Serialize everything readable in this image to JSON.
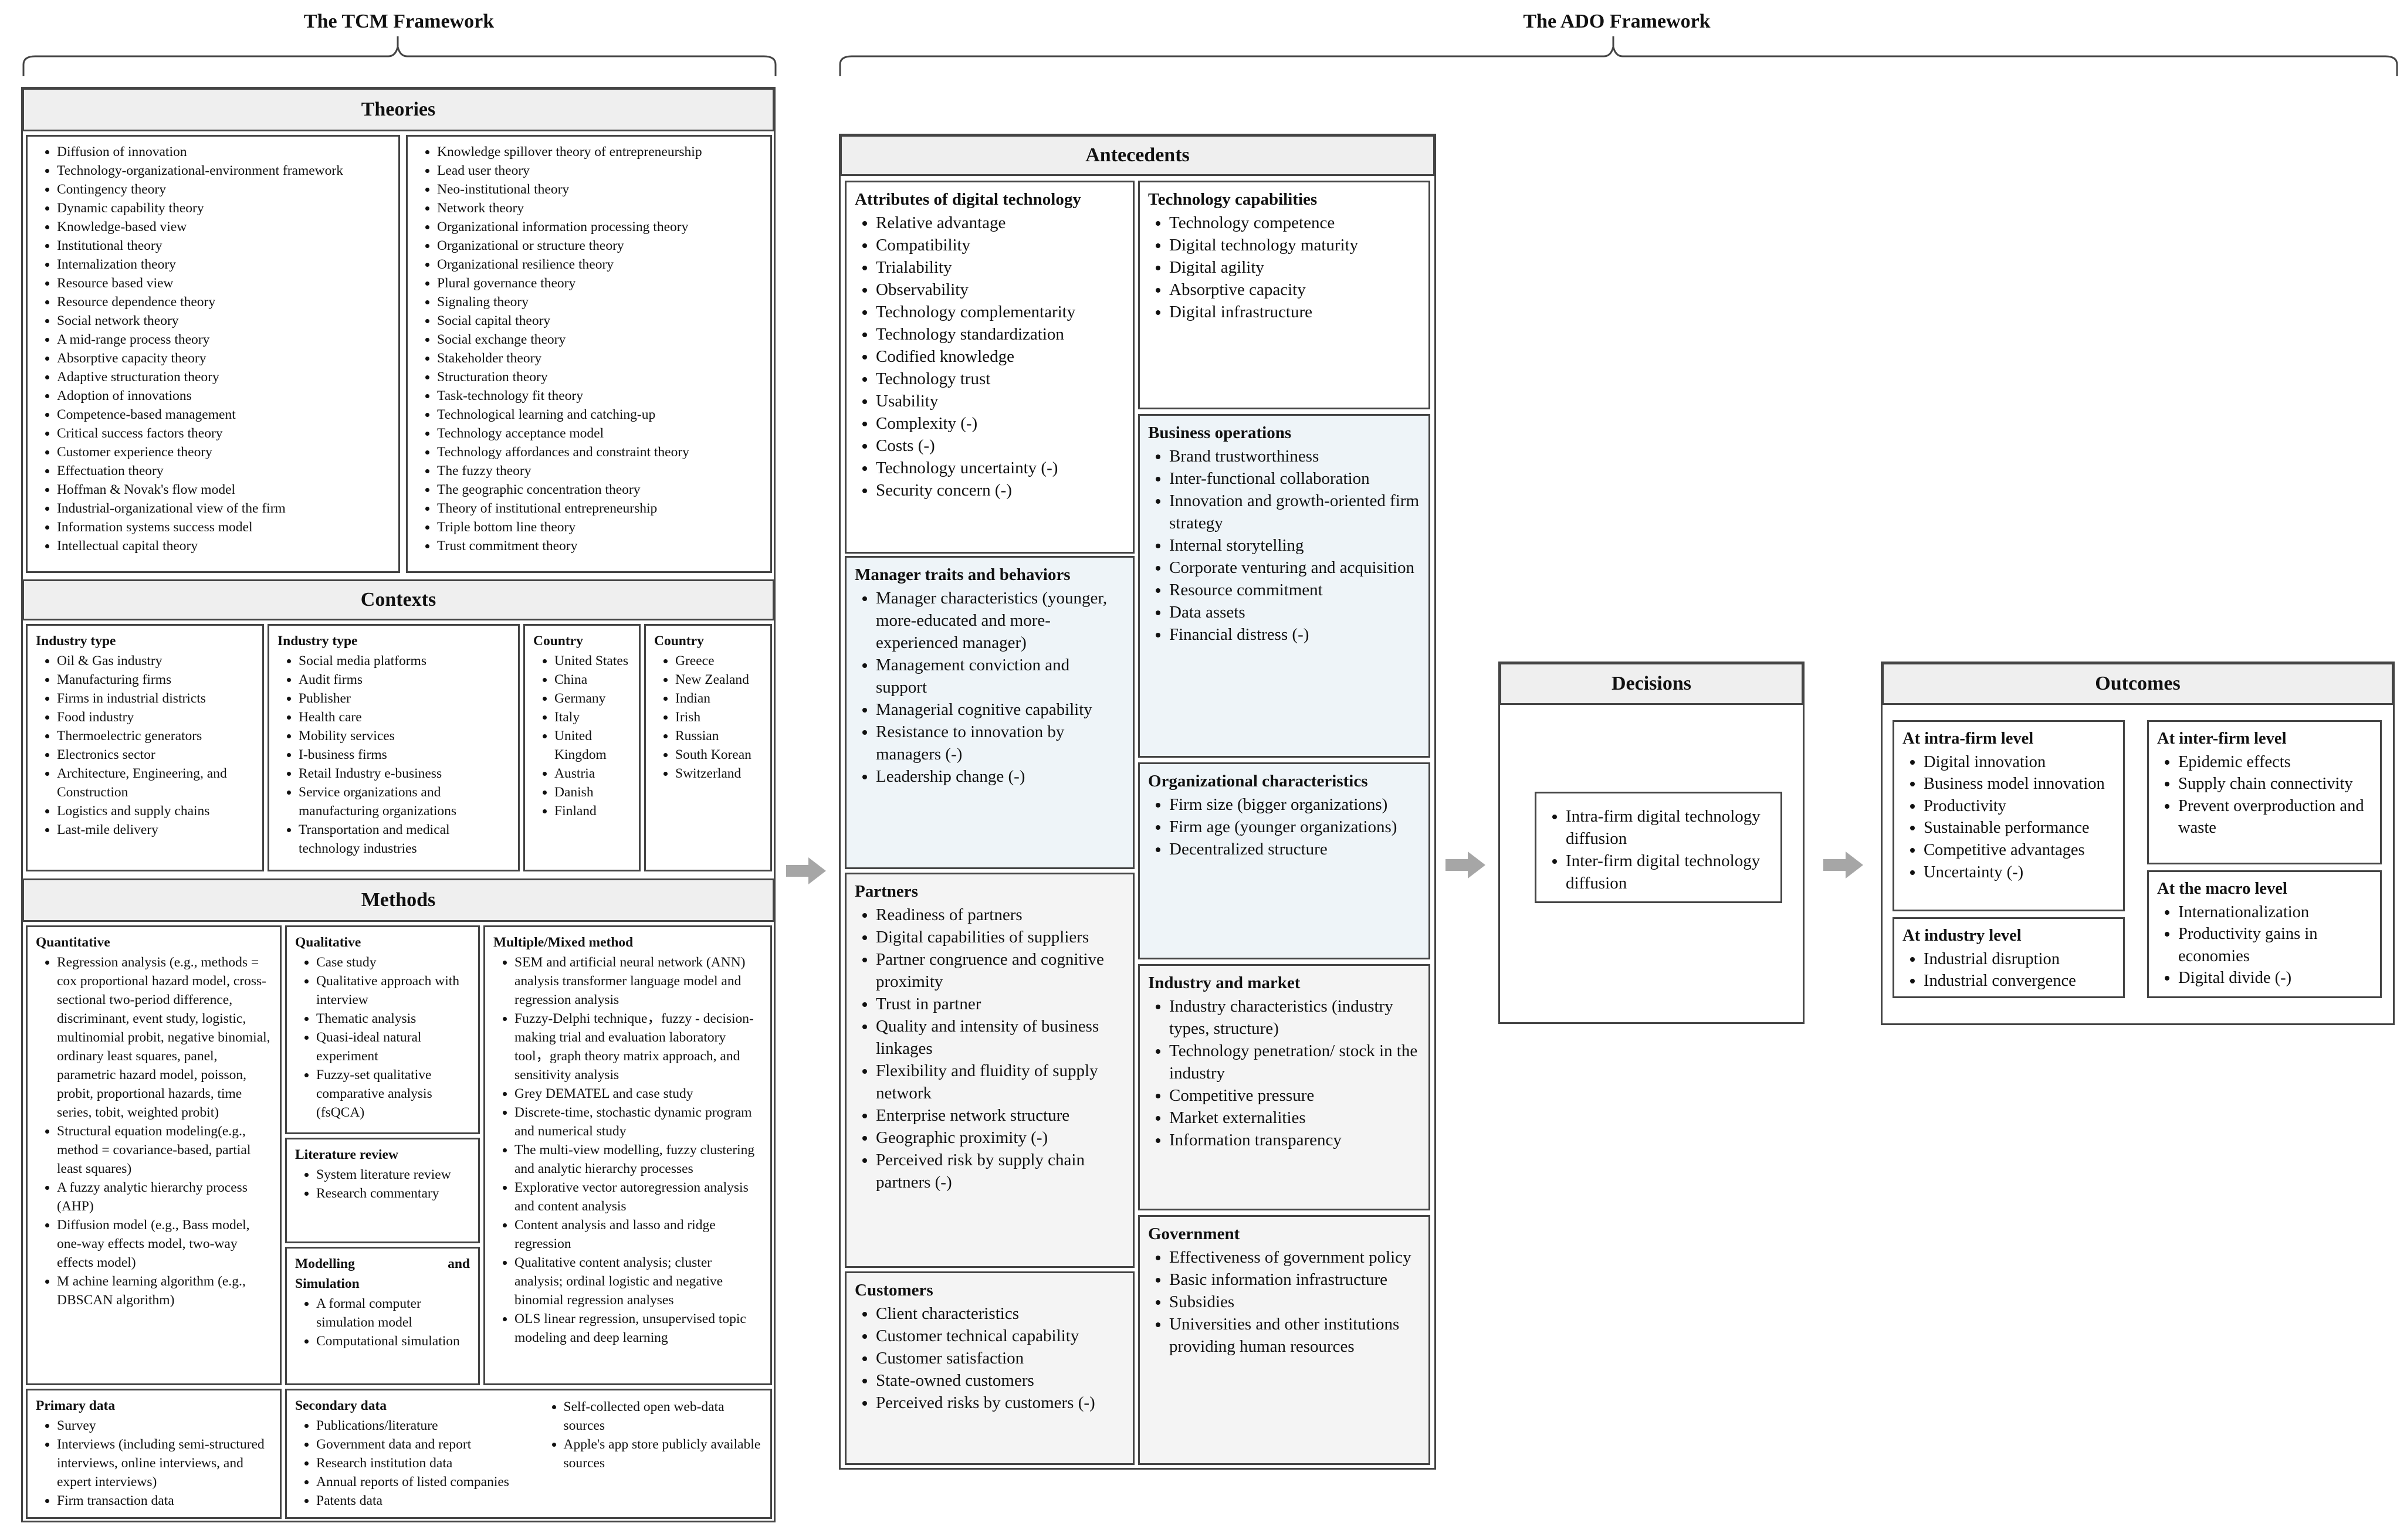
{
  "tcm": {
    "title": "The TCM Framework",
    "theories": {
      "header": "Theories",
      "col1": [
        "Diffusion of innovation",
        "Technology-organizational-environment framework",
        "Contingency theory",
        "Dynamic capability theory",
        "Knowledge-based view",
        "Institutional theory",
        "Internalization theory",
        "Resource based view",
        "Resource dependence theory",
        "Social network theory",
        "A mid-range process theory",
        "Absorptive capacity theory",
        "Adaptive structuration theory",
        "Adoption of innovations",
        "Competence-based management",
        "Critical success factors theory",
        "Customer experience theory",
        "Effectuation theory",
        "Hoffman & Novak's flow model",
        "Industrial-organizational view of the firm",
        "Information systems success model",
        "Intellectual capital theory"
      ],
      "col2": [
        "Knowledge spillover theory of entrepreneurship",
        "Lead user theory",
        "Neo-institutional theory",
        "Network theory",
        "Organizational information processing theory",
        "Organizational or structure theory",
        "Organizational resilience theory",
        "Plural governance theory",
        "Signaling theory",
        "Social capital theory",
        "Social exchange theory",
        "Stakeholder theory",
        "Structuration theory",
        "Task-technology fit theory",
        "Technological learning and catching-up",
        "Technology acceptance model",
        "Technology affordances and constraint theory",
        "The fuzzy theory",
        "The geographic concentration theory",
        "Theory of institutional entrepreneurship",
        "Triple bottom line theory",
        "Trust commitment theory"
      ]
    },
    "contexts": {
      "header": "Contexts",
      "industry1": {
        "title": "Industry type",
        "items": [
          "Oil & Gas industry",
          "Manufacturing firms",
          "Firms in industrial districts",
          "Food industry",
          "Thermoelectric generators",
          "Electronics sector",
          "Architecture, Engineering, and Construction",
          "Logistics and supply chains",
          "Last-mile delivery"
        ]
      },
      "industry2": {
        "title": "Industry type",
        "items": [
          "Social media platforms",
          "Audit firms",
          "Publisher",
          "Health care",
          "Mobility services",
          "I-business firms",
          "Retail Industry e-business",
          "Service organizations and manufacturing organizations",
          "Transportation and medical technology industries"
        ]
      },
      "country1": {
        "title": "Country",
        "items": [
          "United States",
          "China",
          "Germany",
          "Italy",
          "United Kingdom",
          "Austria",
          "Danish",
          "Finland"
        ]
      },
      "country2": {
        "title": "Country",
        "items": [
          "Greece",
          "New Zealand",
          "Indian",
          "Irish",
          "Russian",
          "South Korean",
          "Switzerland"
        ]
      }
    },
    "methods": {
      "header": "Methods",
      "quantitative": {
        "title": "Quantitative",
        "items": [
          "Regression analysis (e.g., methods = cox proportional hazard model, cross-sectional two-period difference, discriminant, event study, logistic, multinomial probit, negative binomial, ordinary least squares, panel, parametric hazard model, poisson, probit, proportional hazards, time series, tobit, weighted probit)",
          "Structural equation modeling(e.g., method = covariance-based, partial least squares)",
          "A fuzzy analytic hierarchy process (AHP)",
          "Diffusion model (e.g., Bass model, one-way effects model, two-way effects model)",
          "M achine learning algorithm (e.g., DBSCAN algorithm)"
        ]
      },
      "qualitative": {
        "title": "Qualitative",
        "items": [
          "Case study",
          "Qualitative approach with interview",
          "Thematic analysis",
          "Quasi-ideal natural experiment",
          "Fuzzy-set qualitative comparative analysis (fsQCA)"
        ]
      },
      "literature": {
        "title": "Literature review",
        "items": [
          "System literature review",
          "Research commentary"
        ]
      },
      "modelling": {
        "title_left": "Modelling",
        "title_right": "and",
        "title_line2": "Simulation",
        "items": [
          "A formal computer simulation model",
          "Computational simulation"
        ]
      },
      "mixed": {
        "title": "Multiple/Mixed method",
        "items": [
          "SEM and artificial neural network (ANN) analysis transformer language model and  regression analysis",
          "Fuzzy-Delphi technique，fuzzy - decision-making trial and evaluation laboratory tool，graph theory matrix approach, and sensitivity analysis",
          "Grey DEMATEL and case study",
          "Discrete-time, stochastic dynamic program and numerical study",
          "The multi-view modelling, fuzzy clustering and analytic hierarchy processes",
          "Explorative vector autoregression analysis and content analysis",
          "Content analysis and lasso and ridge regression",
          "Qualitative content analysis; cluster analysis; ordinal logistic and negative binomial regression analyses",
          "OLS linear regression, unsupervised topic modeling and deep learning"
        ]
      },
      "primary": {
        "title": "Primary data",
        "items": [
          "Survey",
          "Interviews (including semi-structured interviews, online interviews, and expert interviews)",
          "Firm transaction data"
        ]
      },
      "secondary": {
        "title": "Secondary data",
        "items_a": [
          "Publications/literature",
          "Government data and report",
          "Research institution data",
          "Annual reports of listed companies",
          "Patents data"
        ],
        "items_b": [
          "Self-collected open web-data sources",
          "Apple's app store publicly available sources"
        ]
      }
    }
  },
  "ado": {
    "title": "The ADO Framework",
    "antecedents": {
      "header": "Antecedents",
      "attributes": {
        "title": "Attributes of digital technology",
        "items": [
          "Relative advantage",
          "Compatibility",
          "Trialability",
          "Observability",
          "Technology complementarity",
          "Technology standardization",
          "Codified knowledge",
          "Technology trust",
          "Usability",
          "Complexity (-)",
          "Costs (-)",
          "Technology uncertainty (-)",
          "Security concern (-)"
        ]
      },
      "manager": {
        "title": "Manager traits and behaviors",
        "items": [
          "Manager characteristics (younger, more-educated and more-experienced manager)",
          "Management conviction and support",
          "Managerial cognitive capability",
          "Resistance to innovation by managers (-)",
          "Leadership change (-)"
        ]
      },
      "partners": {
        "title": "Partners",
        "items": [
          "Readiness of partners",
          "Digital capabilities of suppliers",
          "Partner congruence and cognitive proximity",
          "Trust in partner",
          "Quality and intensity of business linkages",
          "Flexibility and fluidity of supply network",
          "Enterprise network structure",
          "Geographic proximity (-)",
          "Perceived risk by supply chain partners (-)"
        ]
      },
      "customers": {
        "title": "Customers",
        "items": [
          "Client characteristics",
          "Customer technical capability",
          "Customer satisfaction",
          "State-owned customers",
          "Perceived risks by customers (-)"
        ]
      },
      "techcap": {
        "title": "Technology capabilities",
        "items": [
          "Technology competence",
          "Digital technology maturity",
          "Digital agility",
          "Absorptive capacity",
          "Digital infrastructure"
        ]
      },
      "bizops": {
        "title": "Business operations",
        "items": [
          "Brand trustworthiness",
          "Inter-functional collaboration",
          "Innovation and growth-oriented firm strategy",
          "Internal storytelling",
          "Corporate venturing and acquisition",
          "Resource commitment",
          "Data assets",
          "Financial distress (-)"
        ]
      },
      "orgchar": {
        "title": "Organizational characteristics",
        "items": [
          "Firm size (bigger organizations)",
          "Firm age (younger organizations)",
          "Decentralized structure"
        ]
      },
      "industry": {
        "title": "Industry and market",
        "items": [
          "Industry characteristics (industry types, structure)",
          "Technology penetration/ stock in the industry",
          "Competitive pressure",
          "Market externalities",
          "Information transparency"
        ]
      },
      "government": {
        "title": "Government",
        "items": [
          "Effectiveness of government policy",
          "Basic information infrastructure",
          "Subsidies",
          "Universities and other institutions providing human resources"
        ]
      }
    },
    "decisions": {
      "header": "Decisions",
      "items": [
        "Intra-firm digital technology diffusion",
        "Inter-firm digital technology diffusion"
      ]
    },
    "outcomes": {
      "header": "Outcomes",
      "intra": {
        "title": "At intra-firm level",
        "items": [
          "Digital innovation",
          "Business model innovation",
          "Productivity",
          "Sustainable performance",
          "Competitive advantages",
          "Uncertainty (-)"
        ]
      },
      "industry": {
        "title": "At industry level",
        "items": [
          "Industrial disruption",
          "Industrial convergence"
        ]
      },
      "inter": {
        "title": "At inter-firm level",
        "items": [
          "Epidemic effects",
          "Supply chain connectivity",
          "Prevent overproduction and waste"
        ]
      },
      "macro": {
        "title": "At the macro level",
        "items": [
          "Internationalization",
          "Productivity gains in economies",
          "Digital divide (-)"
        ]
      }
    }
  }
}
